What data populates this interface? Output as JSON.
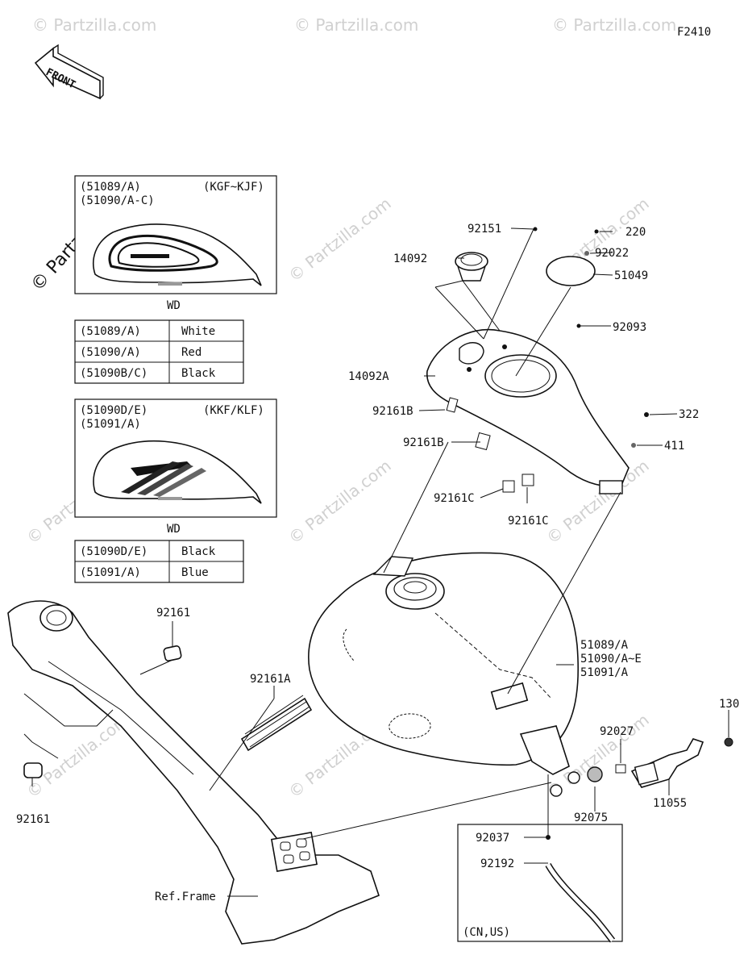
{
  "figure_code": "F2410",
  "front_arrow_label": "FRONT",
  "watermark": "© Partzilla.com",
  "variant_box_1": {
    "line1": "(51089/A)",
    "line1_code": "(KGF~KJF)",
    "line2": "(51090/A-C)",
    "wd_label": "WD"
  },
  "color_table_1": [
    {
      "part": "(51089/A)",
      "color": "White"
    },
    {
      "part": "(51090/A)",
      "color": "Red"
    },
    {
      "part": "(51090B/C)",
      "color": "Black"
    }
  ],
  "variant_box_2": {
    "line1": "(51090D/E)",
    "line1_code": "(KKF/KLF)",
    "line2": "(51091/A)",
    "wd_label": "WD"
  },
  "color_table_2": [
    {
      "part": "(51090D/E)",
      "color": "Black"
    },
    {
      "part": "(51091/A)",
      "color": "Blue"
    }
  ],
  "callouts": {
    "p92151": "92151",
    "p220": "220",
    "p92022": "92022",
    "p14092": "14092",
    "p51049": "51049",
    "p92093": "92093",
    "p14092A": "14092A",
    "p92161B_1": "92161B",
    "p92161B_2": "92161B",
    "p322": "322",
    "p411": "411",
    "p92161C_1": "92161C",
    "p92161C_2": "92161C",
    "p92161_top": "92161",
    "p92161A": "92161A",
    "p92161_left": "92161",
    "tank_1": "51089/A",
    "tank_2": "51090/A~E",
    "tank_3": "51091/A",
    "p130": "130",
    "p92027": "92027",
    "p92075": "92075",
    "p11055": "11055",
    "p92037": "92037",
    "p92192": "92192",
    "region_note": "(CN,US)",
    "ref_frame": "Ref.Frame"
  }
}
